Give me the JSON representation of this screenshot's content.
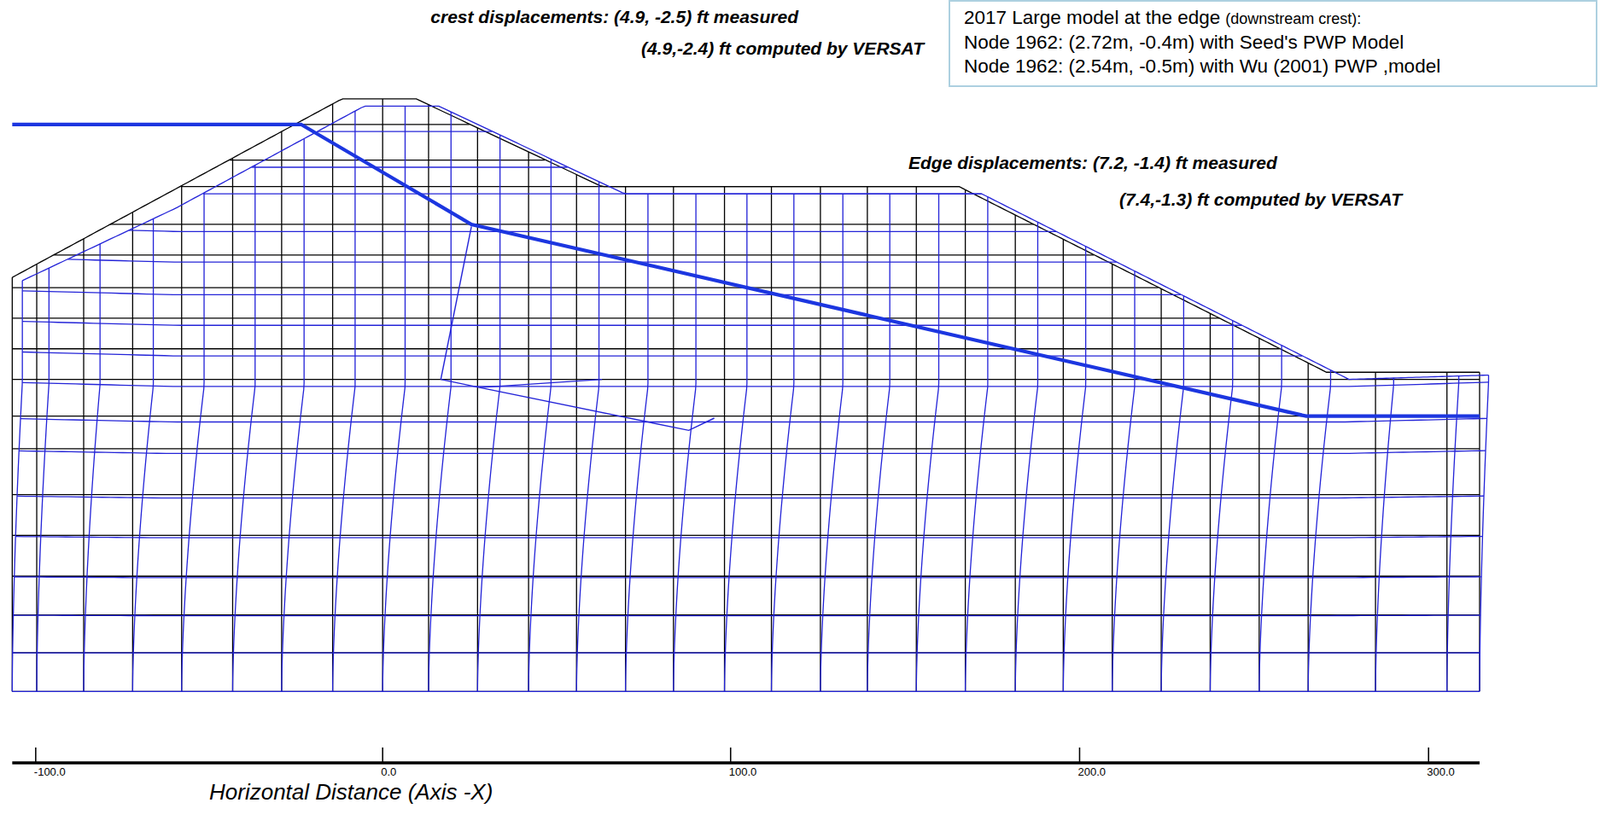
{
  "diagram": {
    "nodes": [
      {
        "text": [
          "2017 Large model at the edge",
          "(downstream crest):",
          "Node 1962: (2.72m, -0.4m) with Seed's PWP Model",
          "Node 1962: (2.54m, -0.5m) with Wu (2001) PWP ,model"
        ]
      }
    ],
    "labels": [
      "crest displacements: (4.9, -2.5) ft measured",
      "(4.9,-2.4) ft computed by VERSAT",
      "Edge displacements: (7.2, -1.4) ft measured",
      "(7.4,-1.3) ft computed by VERSAT",
      "-100.0",
      "0.0",
      "100.0",
      "200.0",
      "300.0",
      "Horizontal Distance (Axis -X)"
    ]
  }
}
